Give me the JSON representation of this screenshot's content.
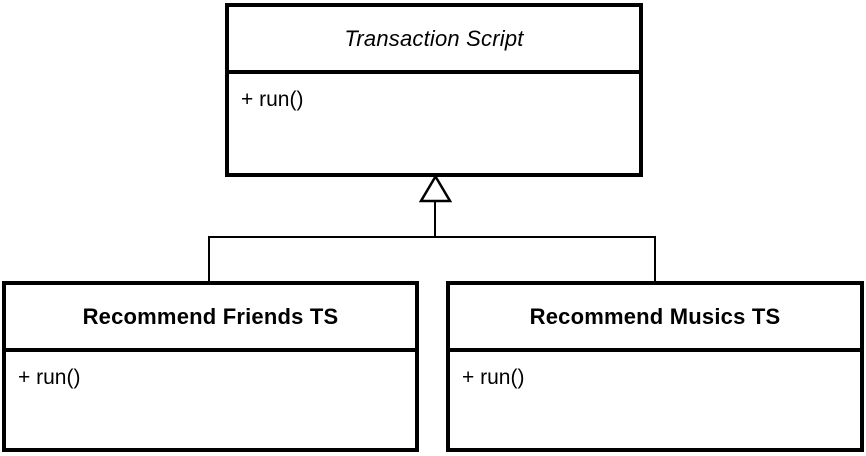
{
  "diagram": {
    "type": "uml-class-diagram",
    "colors": {
      "line": "#000000",
      "background": "#ffffff",
      "text": "#000000"
    },
    "classes": [
      {
        "id": "transaction-script",
        "name": "Transaction Script",
        "name_style": "italic",
        "methods": [
          "+ run()"
        ]
      },
      {
        "id": "recommend-friends-ts",
        "name": "Recommend Friends TS",
        "name_style": "bold",
        "methods": [
          "+ run()"
        ]
      },
      {
        "id": "recommend-musics-ts",
        "name": "Recommend Musics TS",
        "name_style": "bold",
        "methods": [
          "+ run()"
        ]
      }
    ],
    "relationships": [
      {
        "type": "inheritance",
        "parent": "Transaction Script",
        "child": "Recommend Friends TS"
      },
      {
        "type": "inheritance",
        "parent": "Transaction Script",
        "child": "Recommend Musics TS"
      }
    ]
  }
}
